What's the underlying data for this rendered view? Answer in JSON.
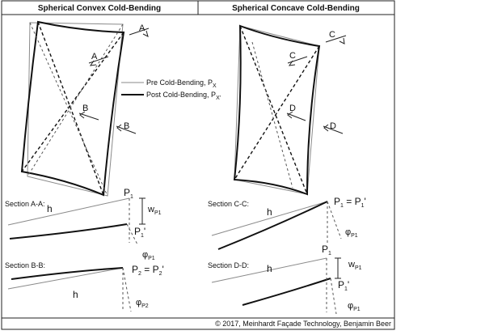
{
  "header": {
    "left_title": "Spherical Convex Cold-Bending",
    "right_title": "Spherical Concave Cold-Bending"
  },
  "legend": {
    "pre": "Pre Cold-Bending, P",
    "post": "Post Cold-Bending, P",
    "sub_x": "X",
    "sub_x_prime": "X'"
  },
  "cut_marks": {
    "a_top": "A",
    "a_inner": "A",
    "b_inner": "B",
    "b_outer": "B",
    "c_top": "C",
    "c_inner": "C",
    "d_inner": "D",
    "d_outer": "D"
  },
  "sections": {
    "aa": {
      "title": "Section A-A:",
      "h": "h",
      "p1": "P",
      "p1_sub": "1",
      "p1p": "P",
      "p1p_sub": "1",
      "p1p_mark": "'",
      "w": "w",
      "w_sub": "P1",
      "phi": "φ",
      "phi_sub": "P1"
    },
    "bb": {
      "title": "Section B-B:",
      "h": "h",
      "p2": "P",
      "p2_sub": "2",
      "eq": " = P",
      "p2p_sub": "2",
      "p2p_mark": "'",
      "phi": "φ",
      "phi_sub": "P2"
    },
    "cc": {
      "title": "Section C-C:",
      "h": "h",
      "p1": "P",
      "p1_sub": "1",
      "eq": " = P",
      "p1p_sub": "1",
      "p1p_mark": "'",
      "phi": "φ",
      "phi_sub": "P1"
    },
    "dd": {
      "title": "Section D-D:",
      "h": "h",
      "p1": "P",
      "p1_sub": "1",
      "p1p": "P",
      "p1p_sub": "1",
      "p1p_mark": "'",
      "w": "w",
      "w_sub": "P1",
      "phi": "φ",
      "phi_sub": "P1"
    }
  },
  "footer": {
    "copyright": "© 2017, Meinhardt Façade Technology, Benjamin Beer"
  }
}
